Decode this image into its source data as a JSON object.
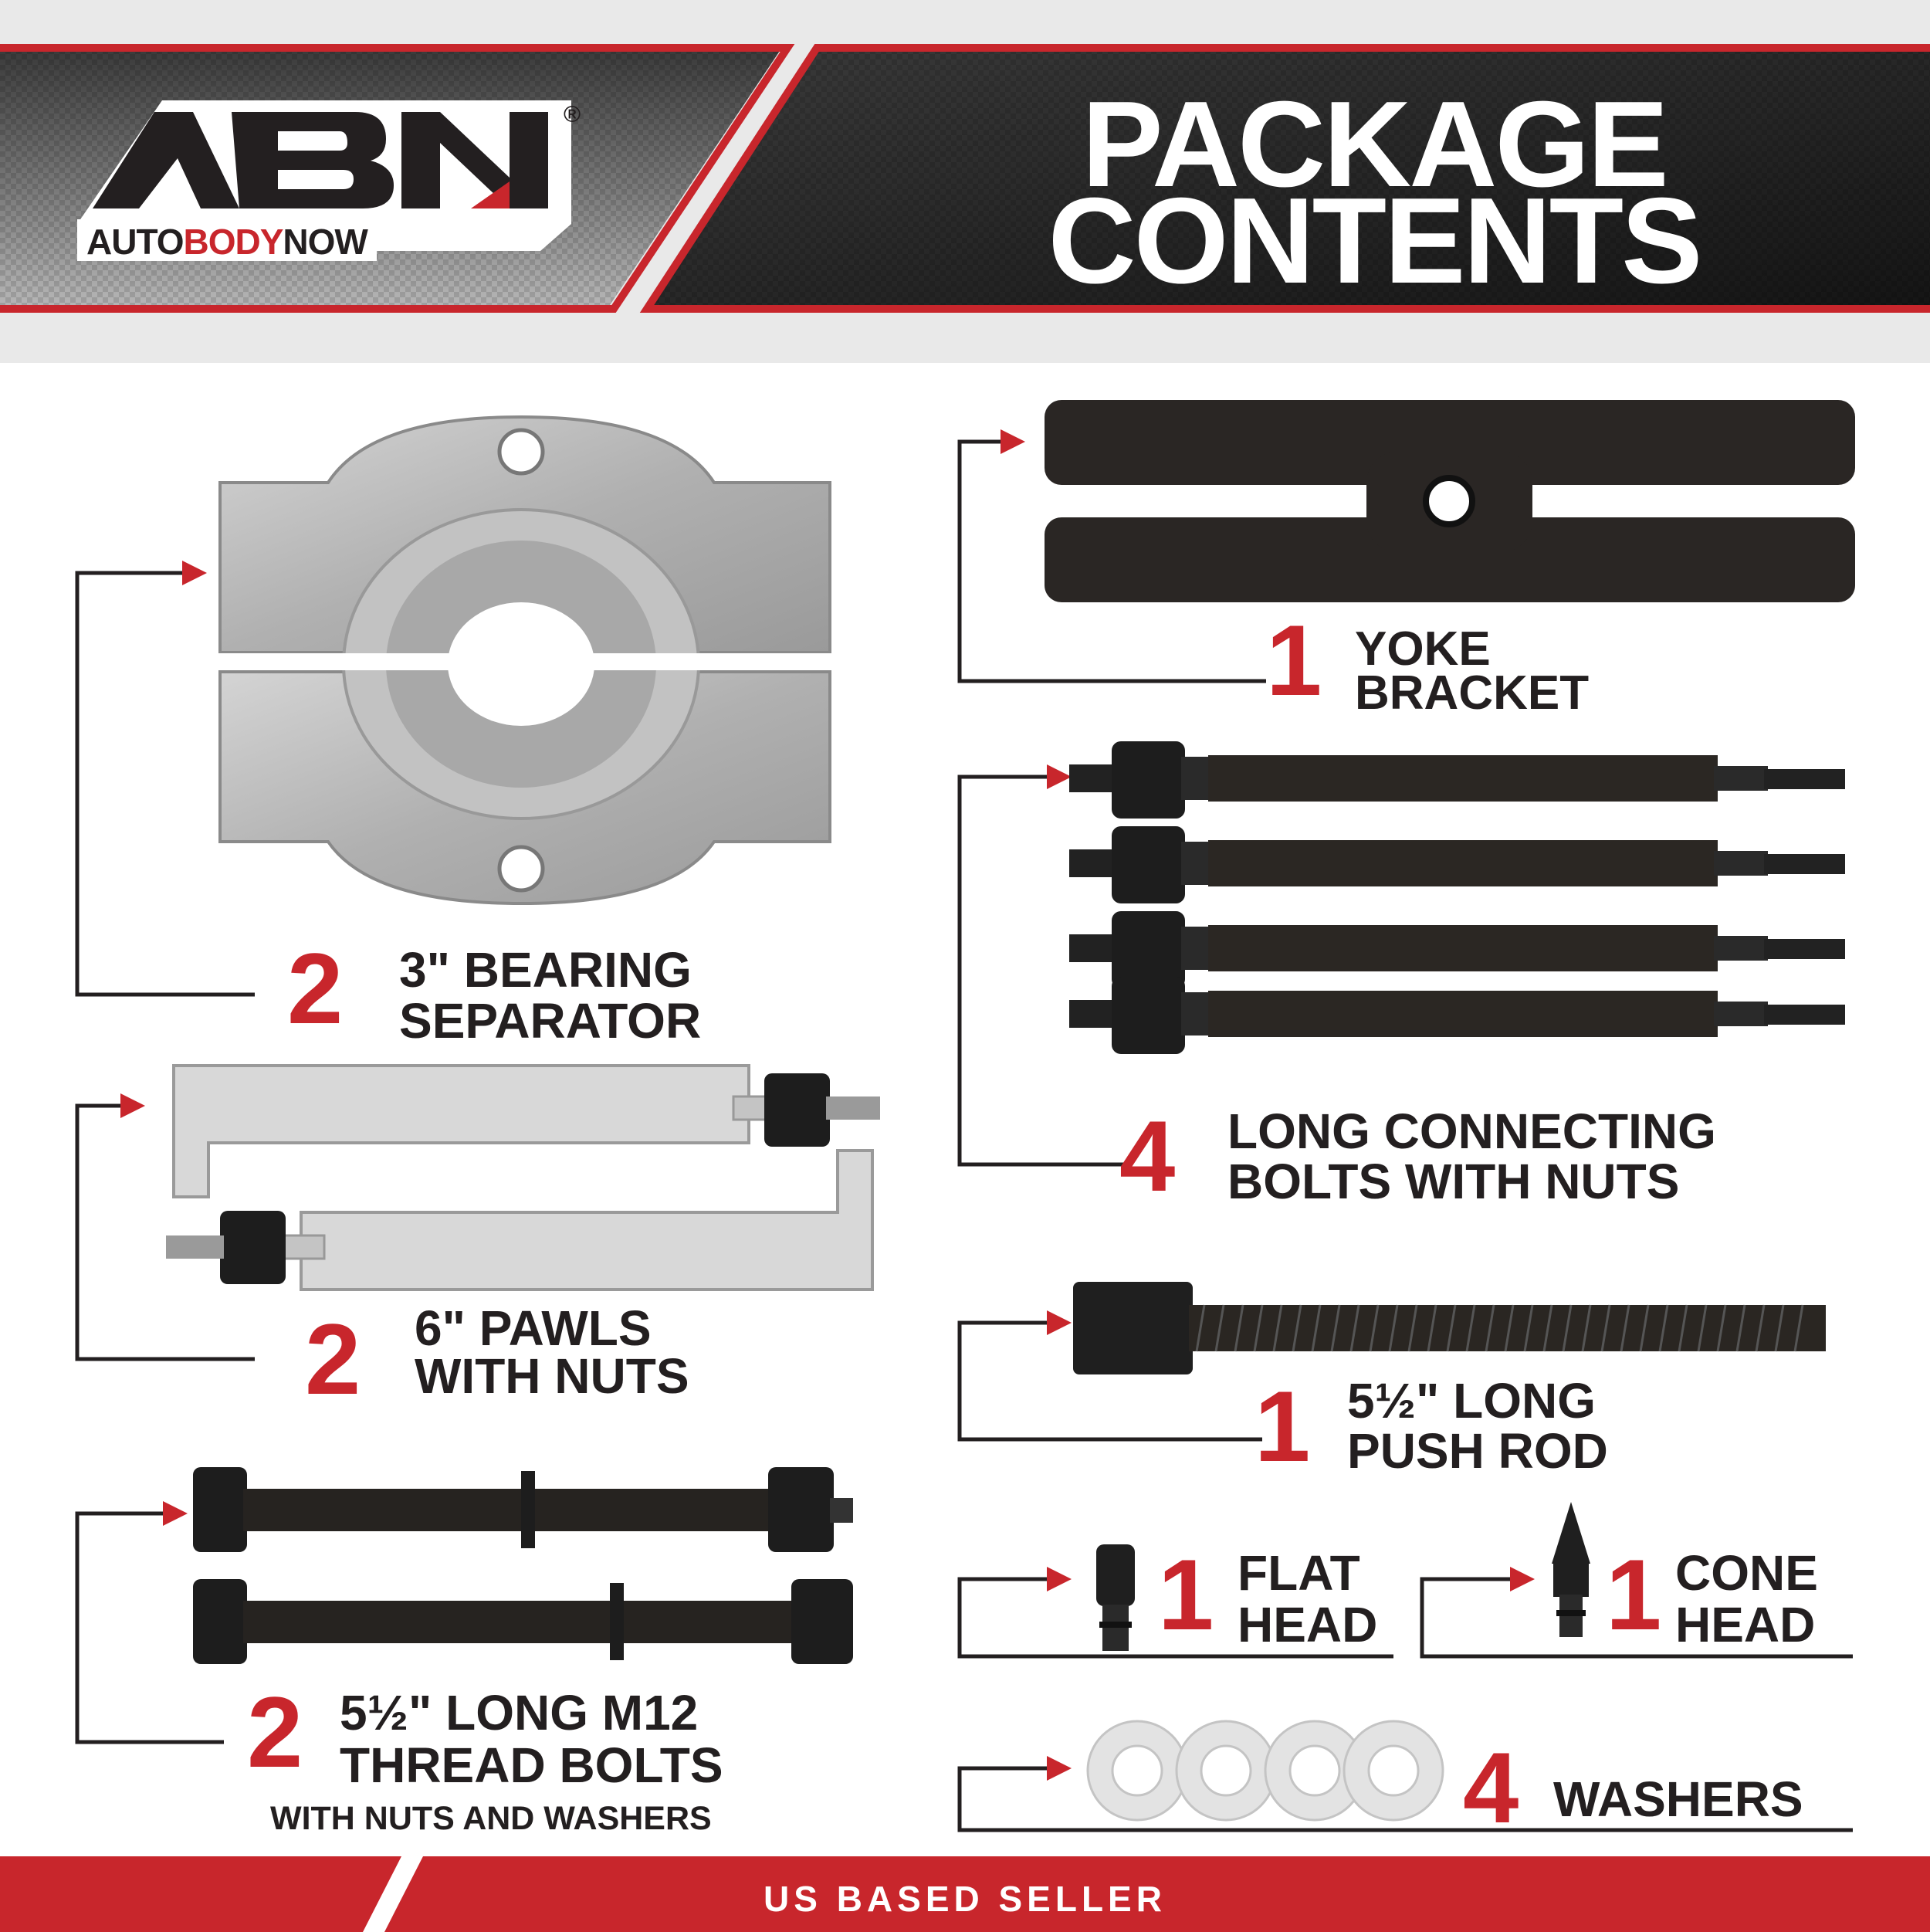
{
  "brand": {
    "logo_letters": "ABN",
    "registered": "®",
    "name_part1": "AUTO",
    "name_part2": "BODY",
    "name_part3": "NOW"
  },
  "header": {
    "title_line1": "PACKAGE",
    "title_line2": "CONTENTS"
  },
  "items": [
    {
      "qty": "1",
      "line1": "YOKE",
      "line2": "BRACKET",
      "icon": "yoke-bracket"
    },
    {
      "qty": "2",
      "line1": "3\" BEARING",
      "line2": "SEPARATOR",
      "icon": "bearing-separator"
    },
    {
      "qty": "4",
      "line1": "LONG CONNECTING",
      "line2": "BOLTS WITH NUTS",
      "icon": "connecting-bolts"
    },
    {
      "qty": "2",
      "line1": "6\" PAWLS",
      "line2": "WITH NUTS",
      "icon": "pawls"
    },
    {
      "qty": "1",
      "line1": "5½\" LONG",
      "line2": "PUSH ROD",
      "icon": "push-rod"
    },
    {
      "qty": "1",
      "line1": "FLAT",
      "line2": "HEAD",
      "icon": "flat-head"
    },
    {
      "qty": "1",
      "line1": "CONE",
      "line2": "HEAD",
      "icon": "cone-head"
    },
    {
      "qty": "2",
      "line1": "5½\" LONG M12",
      "line2": "THREAD BOLTS",
      "line3": "WITH NUTS AND WASHERS",
      "icon": "thread-bolts"
    },
    {
      "qty": "4",
      "line1": "WASHERS",
      "icon": "washers"
    }
  ],
  "footer": {
    "text": "US BASED SELLER"
  },
  "colors": {
    "accent_red": "#c8262c",
    "dark": "#231f20",
    "header_dark": "#2a2a2a"
  }
}
